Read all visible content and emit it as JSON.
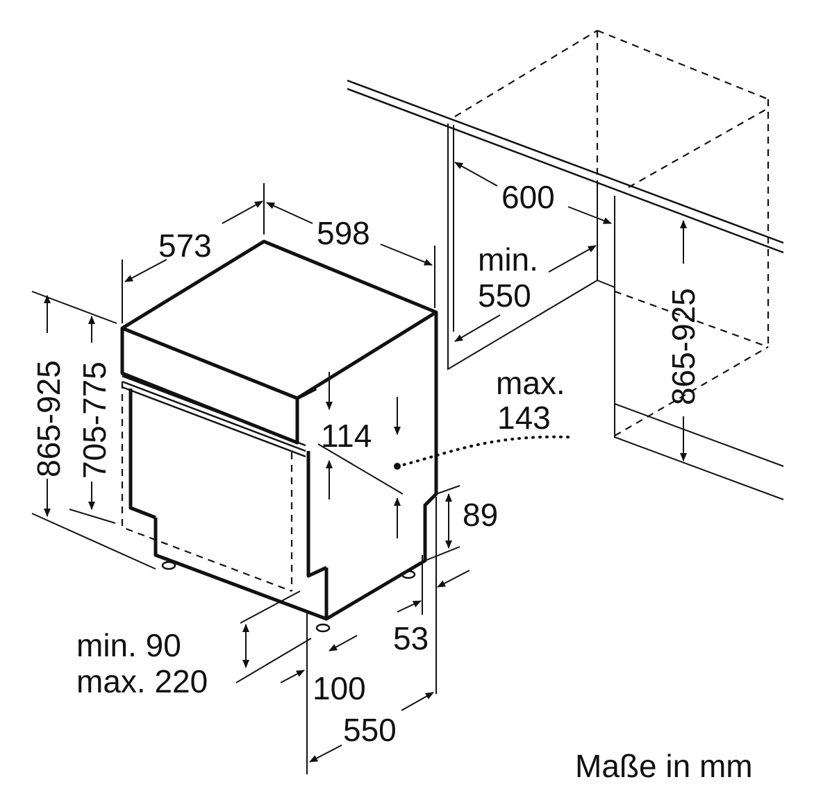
{
  "dimensions": {
    "depth_573": "573",
    "width_598": "598",
    "niche_width_600": "600",
    "niche_depth_min": "min.",
    "niche_depth_550": "550",
    "height_865_925_left": "865-925",
    "height_705_775": "705-775",
    "height_865_925_right": "865-925",
    "panel_114": "114",
    "dot_max": "max.",
    "dot_143": "143",
    "offset_89": "89",
    "foot_53": "53",
    "plinth_min90": "min. 90",
    "plinth_max220": "max. 220",
    "depth_100": "100",
    "depth_550": "550"
  },
  "units_note": "Maße in mm"
}
